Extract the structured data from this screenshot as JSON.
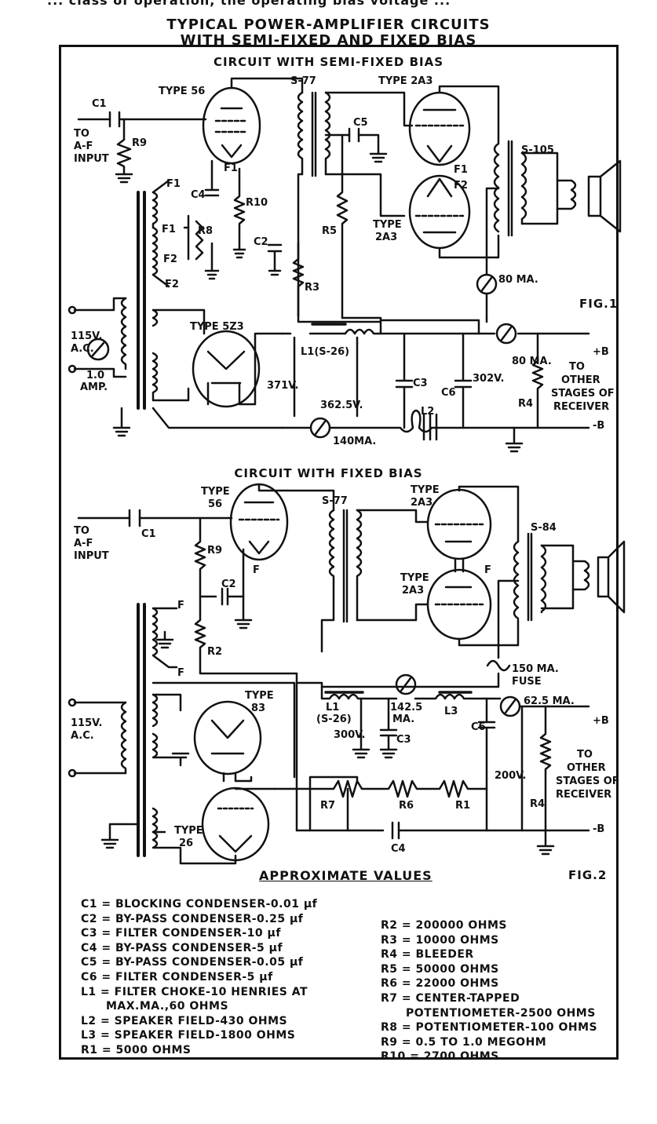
{
  "top_cut_text": "... class of operation, the operating bias voltage ...",
  "title_line1": "TYPICAL POWER-AMPLIFIER CIRCUITS",
  "title_line2": "WITH SEMI-FIXED AND FIXED BIAS",
  "fig1": {
    "title": "CIRCUIT WITH SEMI-FIXED BIAS",
    "fig_label": "FIG.1",
    "labels": {
      "c1": "C1",
      "to_af": "TO",
      "af_input1": "A-F",
      "af_input2": "INPUT",
      "r9": "R9",
      "type56": "TYPE 56",
      "s77": "S-77",
      "type2a3_top": "TYPE 2A3",
      "c5": "C5",
      "s105": "S-105",
      "f1a": "F1",
      "f1b": "F1",
      "f1c": "F1",
      "f2a": "F2",
      "f2b": "F2",
      "f2c": "F2",
      "f1d": "F1",
      "c4": "C4",
      "r10": "R10",
      "r8": "R8",
      "c2": "C2",
      "r5": "R5",
      "type2a3_bot1": "TYPE",
      "type2a3_bot2": "2A3",
      "r3": "R3",
      "ma80_top": "80 MA.",
      "ma80_right": "80 MA.",
      "v115": "115V.",
      "ac": "A.C.",
      "type5z3": "TYPE 5Z3",
      "l1": "L1(S-26)",
      "plus_b": "+B",
      "minus_b": "-B",
      "v371": "371V.",
      "v3625": "362.5V.",
      "c3": "C3",
      "c6": "C6",
      "v302": "302V.",
      "amp1": "1.0",
      "amp2": "AMP.",
      "r4": "R4",
      "l2": "L2",
      "ma140": "140MA.",
      "to_other1": "TO",
      "to_other2": "OTHER",
      "to_other3": "STAGES OF",
      "to_other4": "RECEIVER"
    }
  },
  "fig2": {
    "title": "CIRCUIT WITH FIXED BIAS",
    "fig_label": "FIG.2",
    "labels": {
      "type56a": "TYPE",
      "type56b": "56",
      "s77": "S-77",
      "type2a3a": "TYPE",
      "type2a3b": "2A3",
      "to_af": "TO",
      "af1": "A-F",
      "af2": "INPUT",
      "c1": "C1",
      "r9": "R9",
      "f_left": "F",
      "type2a3c": "TYPE",
      "type2a3d": "2A3",
      "f_right": "F",
      "s84": "S-84",
      "c2": "C2",
      "f_tr1": "F",
      "f_tr2": "F",
      "r2": "R2",
      "ma150": "150 MA.",
      "fuse": "FUSE",
      "type83a": "TYPE",
      "type83b": "83",
      "l1a": "L1",
      "l1b": "(S-26)",
      "ma1425a": "142.5",
      "ma1425b": "MA.",
      "l3": "L3",
      "ma625": "62.5 MA.",
      "plus_b": "+B",
      "c6": "C6",
      "v115": "115V.",
      "ac": "A.C.",
      "v300": "300V.",
      "c3": "C3",
      "v200": "200V.",
      "r4": "R4",
      "to_other1": "TO",
      "to_other2": "OTHER",
      "to_other3": "STAGES OF",
      "to_other4": "RECEIVER",
      "r7": "R7",
      "r6": "R6",
      "r1": "R1",
      "type26a": "TYPE",
      "type26b": "26",
      "c4": "C4",
      "minus_b": "-B"
    }
  },
  "values_title": "APPROXIMATE VALUES",
  "legend_left": [
    "C1 = BLOCKING CONDENSER-0.01 µf",
    "C2 = BY-PASS CONDENSER-0.25 µf",
    "C3 = FILTER CONDENSER-10 µf",
    "C4 = BY-PASS CONDENSER-5 µf",
    "C5 = BY-PASS CONDENSER-0.05 µf",
    "C6 = FILTER CONDENSER-5 µf",
    "L1 = FILTER CHOKE-10 HENRIES AT",
    "MAX.MA.,60 OHMS",
    "L2 = SPEAKER FIELD-430 OHMS",
    "L3 = SPEAKER FIELD-1800 OHMS",
    "R1 = 5000 OHMS"
  ],
  "legend_right": [
    "R2 = 200000 OHMS",
    "R3 = 10000 OHMS",
    "R4 = BLEEDER",
    "R5 = 50000 OHMS",
    "R6 = 22000 OHMS",
    "R7 = CENTER-TAPPED",
    "POTENTIOMETER-2500 OHMS",
    "R8 = POTENTIOMETER-100 OHMS",
    "R9 = 0.5 TO 1.0 MEGOHM",
    "R10 = 2700 OHMS"
  ]
}
